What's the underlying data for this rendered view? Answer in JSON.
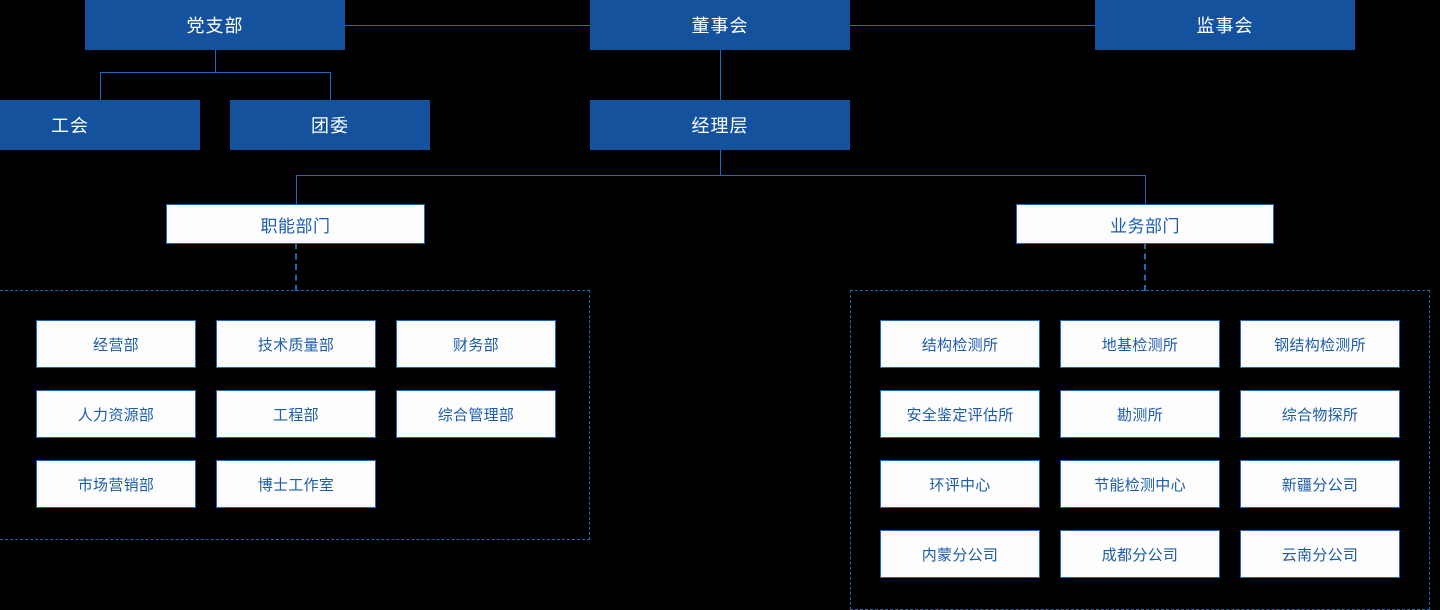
{
  "chart": {
    "type": "org-chart",
    "title": "",
    "background_color": "#000000",
    "accent_color": "#14529E",
    "outline_color": "#1B68C0",
    "outline_text_color": "#1B5CAB",
    "solid_text_color": "#FFFFFF"
  },
  "top_level": {
    "party_branch": "党支部",
    "board_of_directors": "董事会",
    "board_of_supervisors": "监事会"
  },
  "second_level": {
    "labor_union": "工会",
    "youth_league": "团委",
    "management": "经理层"
  },
  "third_level": {
    "functional": "职能部门",
    "business": "业务部门"
  },
  "functional_departments": [
    "经营部",
    "技术质量部",
    "财务部",
    "人力资源部",
    "工程部",
    "综合管理部",
    "市场营销部",
    "博士工作室"
  ],
  "business_departments": [
    "结构检测所",
    "地基检测所",
    "钢结构检测所",
    "安全鉴定评估所",
    "勘测所",
    "综合物探所",
    "环评中心",
    "节能检测中心",
    "新疆分公司",
    "内蒙分公司",
    "成都分公司",
    "云南分公司"
  ]
}
